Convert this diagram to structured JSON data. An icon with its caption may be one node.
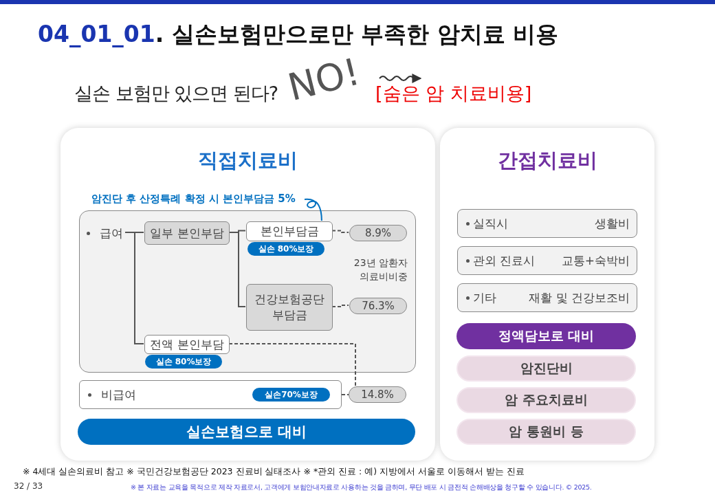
{
  "diagram": {
    "title": "04_01_01. 실손보험만으로만 부족한 암치료 비용",
    "nodes": [
      {
        "text": [
          "직접치료비"
        ]
      },
      {
        "text": [
          "암진단 후 산정특례 확정 시 본인부담금 5%"
        ],
        "in": 0
      },
      {
        "text": [],
        "shape": "box",
        "in": 0
      },
      {
        "text": [
          "급여"
        ],
        "in": 2
      },
      {
        "text": [
          "일부 본인부담"
        ],
        "in": 2
      },
      {
        "text": [
          "본인부담금"
        ],
        "in": 2
      },
      {
        "text": [
          "실손 80%보장"
        ],
        "in": 2
      },
      {
        "text": [
          "8.9%"
        ],
        "in": 2
      },
      {
        "text": [
          "건강보험공단 부담금"
        ],
        "in": 2
      },
      {
        "text": [
          "76.3%"
        ],
        "in": 2
      },
      {
        "text": [
          "전액 본인부담"
        ],
        "in": 2
      },
      {
        "text": [
          "실손 80%보장"
        ],
        "in": 2
      },
      {
        "text": [
          "비급여"
        ],
        "in": 0
      },
      {
        "text": [
          "실손70%보장"
        ],
        "in": 12
      },
      {
        "text": [
          "14.8%"
        ],
        "in": 0
      },
      {
        "text": [
          "실손보험으로 대비"
        ],
        "in": 0
      },
      {
        "text": [
          "간접치료비"
        ]
      },
      {
        "text": [
          "실직시",
          "생활비"
        ],
        "in": 16
      },
      {
        "text": [
          "관외 진료시",
          "교통+숙박비"
        ],
        "in": 16
      },
      {
        "text": [
          "기타",
          "재활 및 건강보조비"
        ],
        "in": 16
      },
      {
        "text": [
          "정액담보로 대비"
        ],
        "in": 16
      },
      {
        "text": [
          "암진단비"
        ],
        "in": 16
      },
      {
        "text": [
          "암 주요치료비"
        ],
        "in": 16
      },
      {
        "text": [
          "암 통원비 등"
        ],
        "in": 16
      }
    ],
    "edges": [
      {
        "from": 3,
        "to": 4,
        "arrow": "none"
      },
      {
        "from": 3,
        "to": 10,
        "arrow": "none"
      },
      {
        "from": 4,
        "to": 5,
        "arrow": "none"
      },
      {
        "from": 4,
        "to": 8,
        "arrow": "none"
      },
      {
        "from": 5,
        "to": 7,
        "arrow": "none",
        "style": "dashed"
      },
      {
        "from": 8,
        "to": 9,
        "arrow": "none",
        "style": "dashed"
      },
      {
        "from": 10,
        "to": 14,
        "arrow": "none",
        "style": "dashed"
      },
      {
        "from": 12,
        "to": 14,
        "arrow": "none",
        "style": "dashed"
      },
      {
        "from": 1,
        "to": 5,
        "arrow": "none",
        "color": "#0070c0"
      }
    ],
    "labels": [
      "실손 보험만 있으면 된다?",
      "NO!",
      "[숨은 암 치료비용]",
      "23년 암환자 의료비비중",
      "※ 4세대 실손의료비 참고 ※ 국민건강보험공단 2023 진료비 실태조사 ※ *관외 진료 : 예) 지방에서 서울로 이동해서 받는 진료",
      "32 / 33",
      "※ 본 자료는 교육을 목적으로 제작 자료로서, 고객에게 보험안내자료로 사용하는 것을 금하며, 무단 배포 시 금전적 손해배상을 청구할 수 있습니다. © 2025."
    ]
  }
}
